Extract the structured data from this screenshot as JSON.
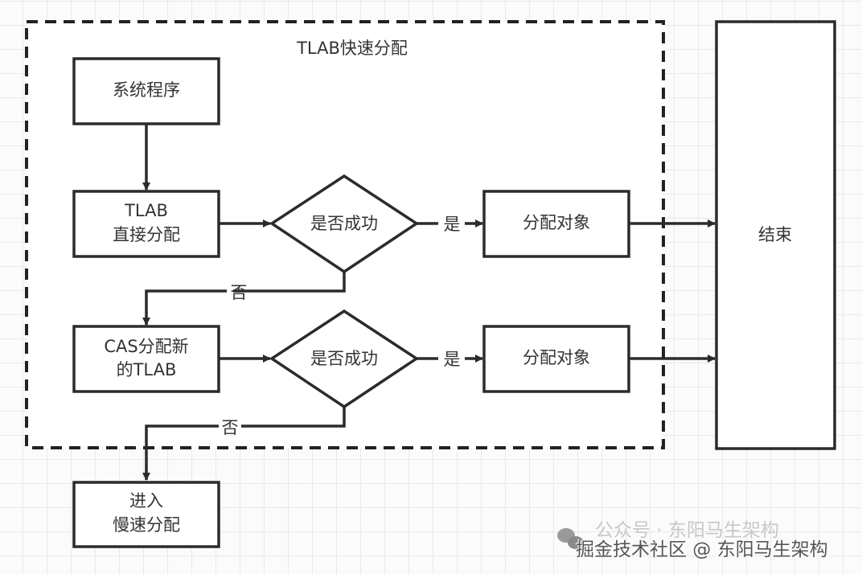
{
  "diagram": {
    "group_title": "TLAB快速分配",
    "nodes": {
      "system_program": "系统程序",
      "tlab_alloc_line1": "TLAB",
      "tlab_alloc_line2": "直接分配",
      "decision1": "是否成功",
      "alloc_object1": "分配对象",
      "cas_alloc_line1": "CAS分配新",
      "cas_alloc_line2": "的TLAB",
      "decision2": "是否成功",
      "alloc_object2": "分配对象",
      "end": "结束",
      "slow_alloc_line1": "进入",
      "slow_alloc_line2": "慢速分配"
    },
    "edge_labels": {
      "yes1": "是",
      "no1": "否",
      "yes2": "是",
      "no2": "否"
    }
  },
  "watermark": {
    "back_text": "公众号 · 东阳马生架构",
    "front_text": "掘金技术社区 @ 东阳马生架构",
    "icon": "wechat-icon"
  }
}
